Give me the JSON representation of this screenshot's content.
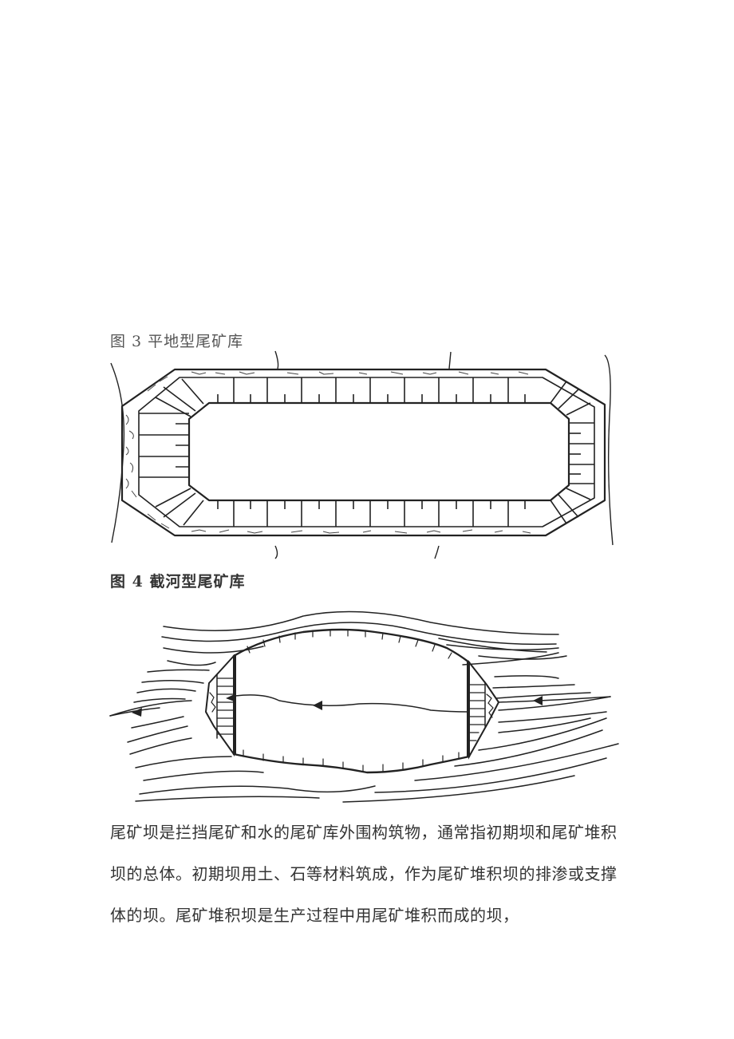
{
  "figures": [
    {
      "caption": "图 3 平地型尾矿库",
      "type": "diagram",
      "subject": "flatland-type tailings reservoir (plan view)"
    },
    {
      "caption": "图 4 截河型尾矿库",
      "type": "diagram",
      "subject": "river-intercepting-type tailings reservoir (plan view)"
    }
  ],
  "body": {
    "lines": [
      "尾矿坝是拦挡尾矿和水的尾矿库外围构筑物，通常指初期坝和尾矿堆积",
      "坝的总体。初期坝用土、石等材料筑成，作为尾矿堆积坝的排渗或支撑",
      "体的坝。尾矿堆积坝是生产过程中用尾矿堆积而成的坝，"
    ]
  }
}
